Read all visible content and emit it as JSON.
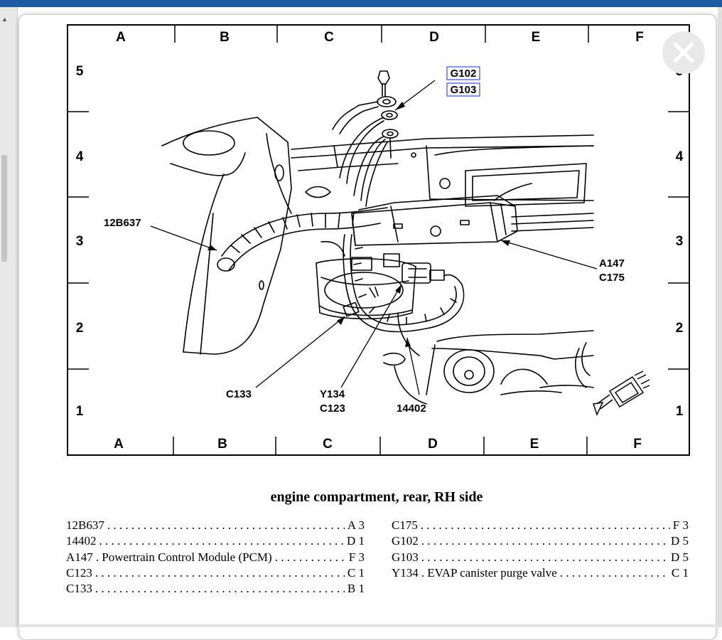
{
  "diagram": {
    "grid": {
      "columns": [
        "A",
        "B",
        "C",
        "D",
        "E",
        "F"
      ],
      "rows": [
        "5",
        "4",
        "3",
        "2",
        "1"
      ]
    },
    "callouts": {
      "g102": "G102",
      "g103": "G103",
      "c12b637": "12B637",
      "a147": "A147",
      "c175": "C175",
      "c133": "C133",
      "y134": "Y134",
      "c123": "C123",
      "c14402": "14402"
    }
  },
  "caption": "engine compartment, rear, RH side",
  "legend": {
    "left": [
      {
        "code": "12B637",
        "desc": "",
        "loc": "A 3"
      },
      {
        "code": "14402",
        "desc": "",
        "loc": "D 1"
      },
      {
        "code": "A147",
        "desc": ". Powertrain Control Module (PCM)",
        "loc": "F 3"
      },
      {
        "code": "C123",
        "desc": "",
        "loc": "C 1"
      },
      {
        "code": "C133",
        "desc": "",
        "loc": "B 1"
      }
    ],
    "right": [
      {
        "code": "C175",
        "desc": "",
        "loc": "F 3"
      },
      {
        "code": "G102",
        "desc": "",
        "loc": "D 5"
      },
      {
        "code": "G103",
        "desc": "",
        "loc": "D 5"
      },
      {
        "code": "Y134",
        "desc": ". EVAP canister purge valve",
        "loc": "C 1"
      }
    ]
  },
  "icons": {
    "close": "close-icon",
    "arrow": "front-arrow-icon"
  }
}
